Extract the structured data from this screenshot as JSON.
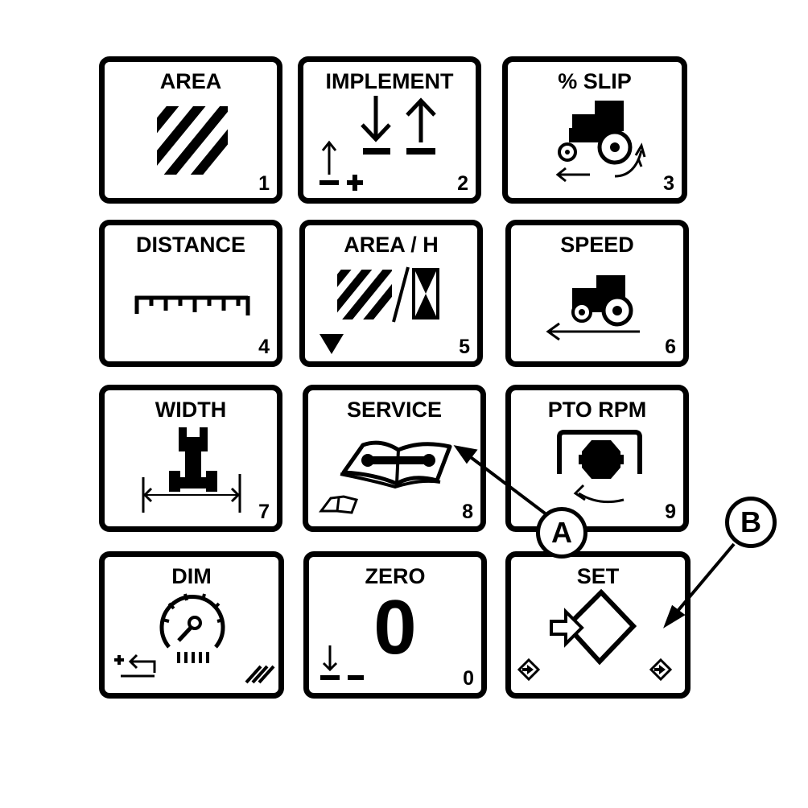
{
  "keys": [
    {
      "label": "AREA",
      "number": "1",
      "icon": "area-hatch-icon"
    },
    {
      "label": "IMPLEMENT",
      "number": "2",
      "icon": "implement-up-down-icon"
    },
    {
      "label": "% SLIP",
      "number": "3",
      "icon": "tractor-slip-icon"
    },
    {
      "label": "DISTANCE",
      "number": "4",
      "icon": "ruler-icon"
    },
    {
      "label": "AREA / H",
      "number": "5",
      "icon": "area-per-hour-icon"
    },
    {
      "label": "SPEED",
      "number": "6",
      "icon": "tractor-speed-icon"
    },
    {
      "label": "WIDTH",
      "number": "7",
      "icon": "tractor-width-icon"
    },
    {
      "label": "SERVICE",
      "number": "8",
      "icon": "service-book-icon"
    },
    {
      "label": "PTO RPM",
      "number": "9",
      "icon": "pto-rpm-icon"
    },
    {
      "label": "DIM",
      "number": "",
      "icon": "dim-gauge-icon"
    },
    {
      "label": "ZERO",
      "number": "0",
      "icon": "zero-icon",
      "big_digit": "0"
    },
    {
      "label": "SET",
      "number": "",
      "icon": "set-diamond-icon"
    }
  ],
  "callouts": [
    {
      "label": "A",
      "target": "service-key"
    },
    {
      "label": "B",
      "target": "set-key"
    }
  ],
  "colors": {
    "ink": "#000000",
    "paper": "#ffffff"
  }
}
